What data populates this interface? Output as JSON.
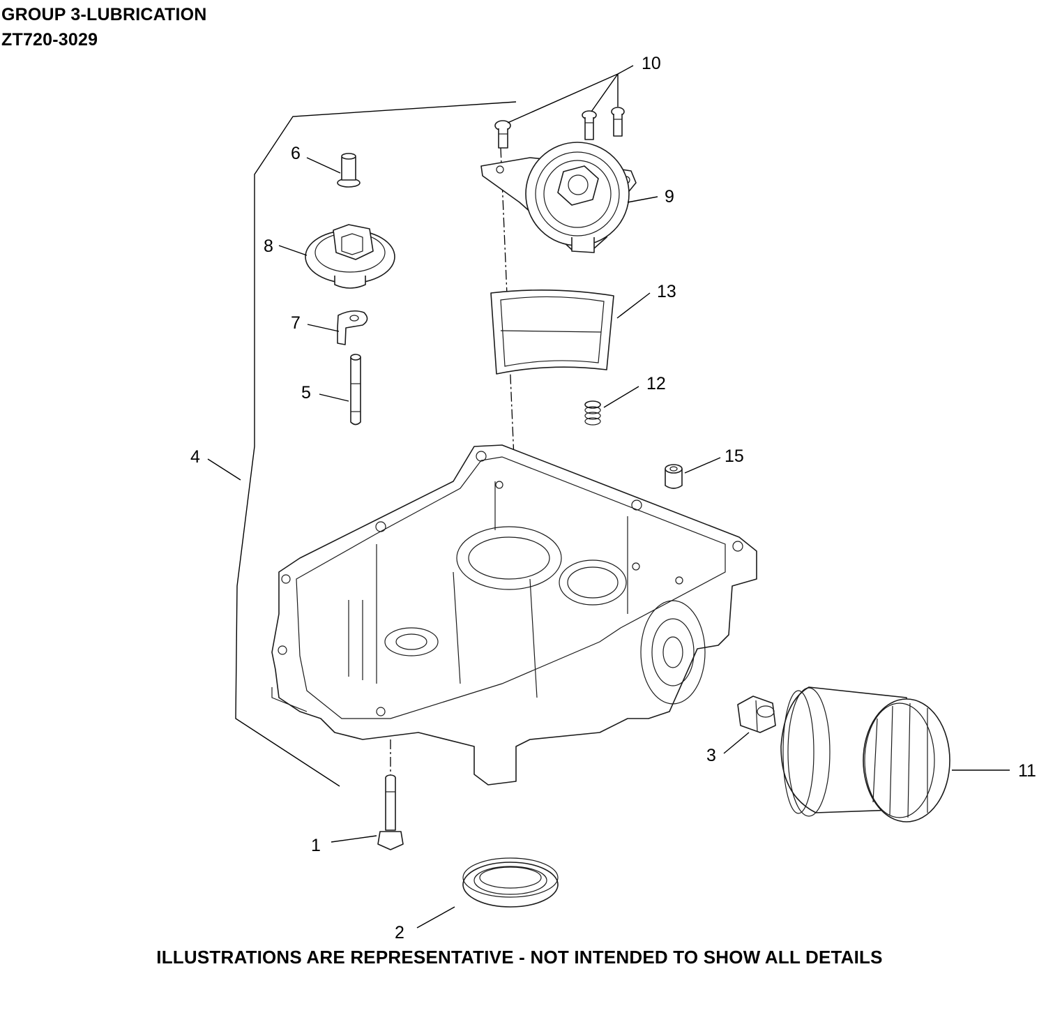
{
  "header": {
    "title": "GROUP 3-LUBRICATION",
    "model": "ZT720-3029"
  },
  "footer": {
    "disclaimer": "ILLUSTRATIONS ARE REPRESENTATIVE - NOT INTENDED TO SHOW ALL DETAILS"
  },
  "callouts": {
    "c1": "1",
    "c2": "2",
    "c3": "3",
    "c4": "4",
    "c5": "5",
    "c6": "6",
    "c7": "7",
    "c8": "8",
    "c9": "9",
    "c10": "10",
    "c11": "11",
    "c12": "12",
    "c13": "13",
    "c15": "15"
  }
}
